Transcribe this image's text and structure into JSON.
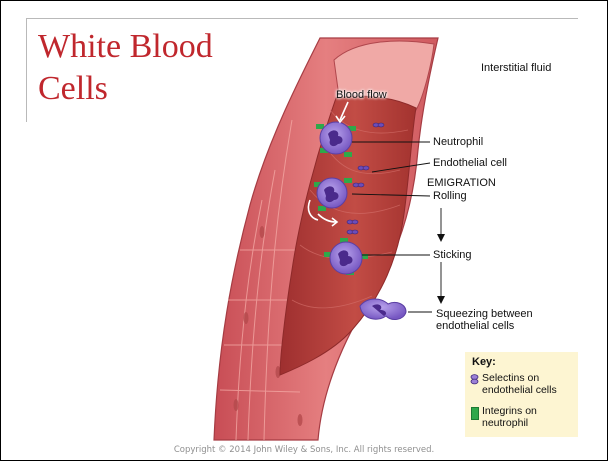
{
  "title": "White Blood Cells",
  "copyright": "Copyright © 2014 John Wiley & Sons, Inc. All rights reserved.",
  "diagram": {
    "interstitial_label": "Interstitial fluid",
    "blood_flow_label": "Blood flow",
    "labels": {
      "neutrophil": "Neutrophil",
      "endothelial_cell": "Endothelial cell",
      "emigration": "EMIGRATION",
      "rolling": "Rolling",
      "sticking": "Sticking",
      "squeezing_line1": "Squeezing between",
      "squeezing_line2": "endothelial cells"
    },
    "key": {
      "title": "Key:",
      "selectins_line1": "Selectins on",
      "selectins_line2": "endothelial cells",
      "integrins_line1": "Integrins on",
      "integrins_line2": "neutrophil"
    },
    "colors": {
      "title": "#c0272d",
      "vessel_outer": "#d9646a",
      "vessel_wall": "#e98a86",
      "lumen": "#b8403c",
      "neutrophil": "#8e6fd0",
      "nucleus": "#4a2a8c",
      "integrin": "#2fa84a",
      "key_background": "#fdf5d2"
    }
  }
}
